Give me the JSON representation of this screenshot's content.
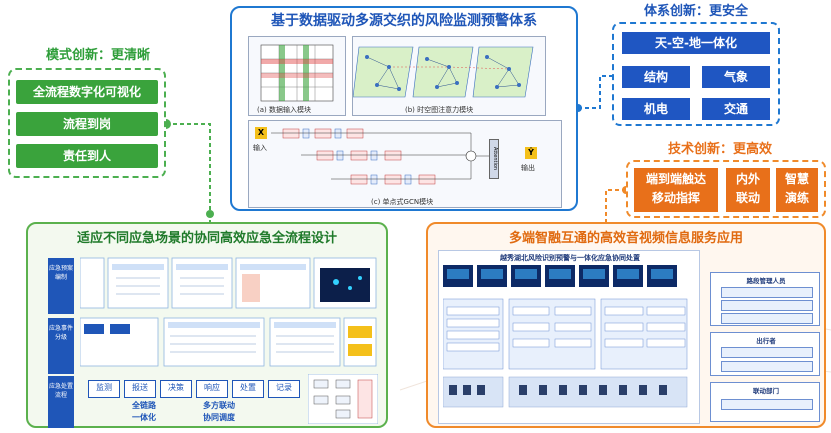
{
  "left_box": {
    "title": "模式创新：更清晰",
    "items": [
      "全流程数字化可视化",
      "流程到岗",
      "责任到人"
    ]
  },
  "center_box": {
    "title": "基于数据驱动多源交织的风险监测预警体系",
    "caption_a": "(a) 数据输入模块",
    "caption_b": "(b) 时空图注意力模块",
    "caption_c": "(c) 单点式GCN模块",
    "label_input": "输入",
    "label_output": "输出",
    "label_attention": "Attention",
    "label_x": "X",
    "label_y": "Ŷ"
  },
  "right_top_box": {
    "title": "体系创新：更安全",
    "items": [
      "天-空-地一体化",
      "结构",
      "气象",
      "机电",
      "交通"
    ]
  },
  "right_mid_box": {
    "title": "技术创新：更高效",
    "items": [
      {
        "line1": "端到端触达",
        "line2": "移动指挥"
      },
      {
        "line1": "内外",
        "line2": "联动"
      },
      {
        "line1": "智慧",
        "line2": "演练"
      }
    ]
  },
  "bottom_left_box": {
    "title": "适应不同应急场景的协同高效应急全流程设计",
    "row_labels": [
      "应急预案编制",
      "应急事件分级",
      "应急处置流程"
    ],
    "flow_steps": [
      "监测",
      "报送",
      "决策",
      "响应",
      "处置",
      "记录"
    ],
    "bottom_notes": [
      "全链路",
      "多方联动",
      "一体化",
      "协同调度"
    ]
  },
  "bottom_right_box": {
    "title": "多端智融互通的高效音视频信息服务应用",
    "screen_title": "越秀湖北风险识别预警与一体化应急协同处置",
    "side_groups": [
      "路段管理人员",
      "出行者",
      "联动部门"
    ]
  },
  "colors": {
    "green": "#3aa33c",
    "blue": "#1f56c2",
    "orange": "#e8701a"
  }
}
